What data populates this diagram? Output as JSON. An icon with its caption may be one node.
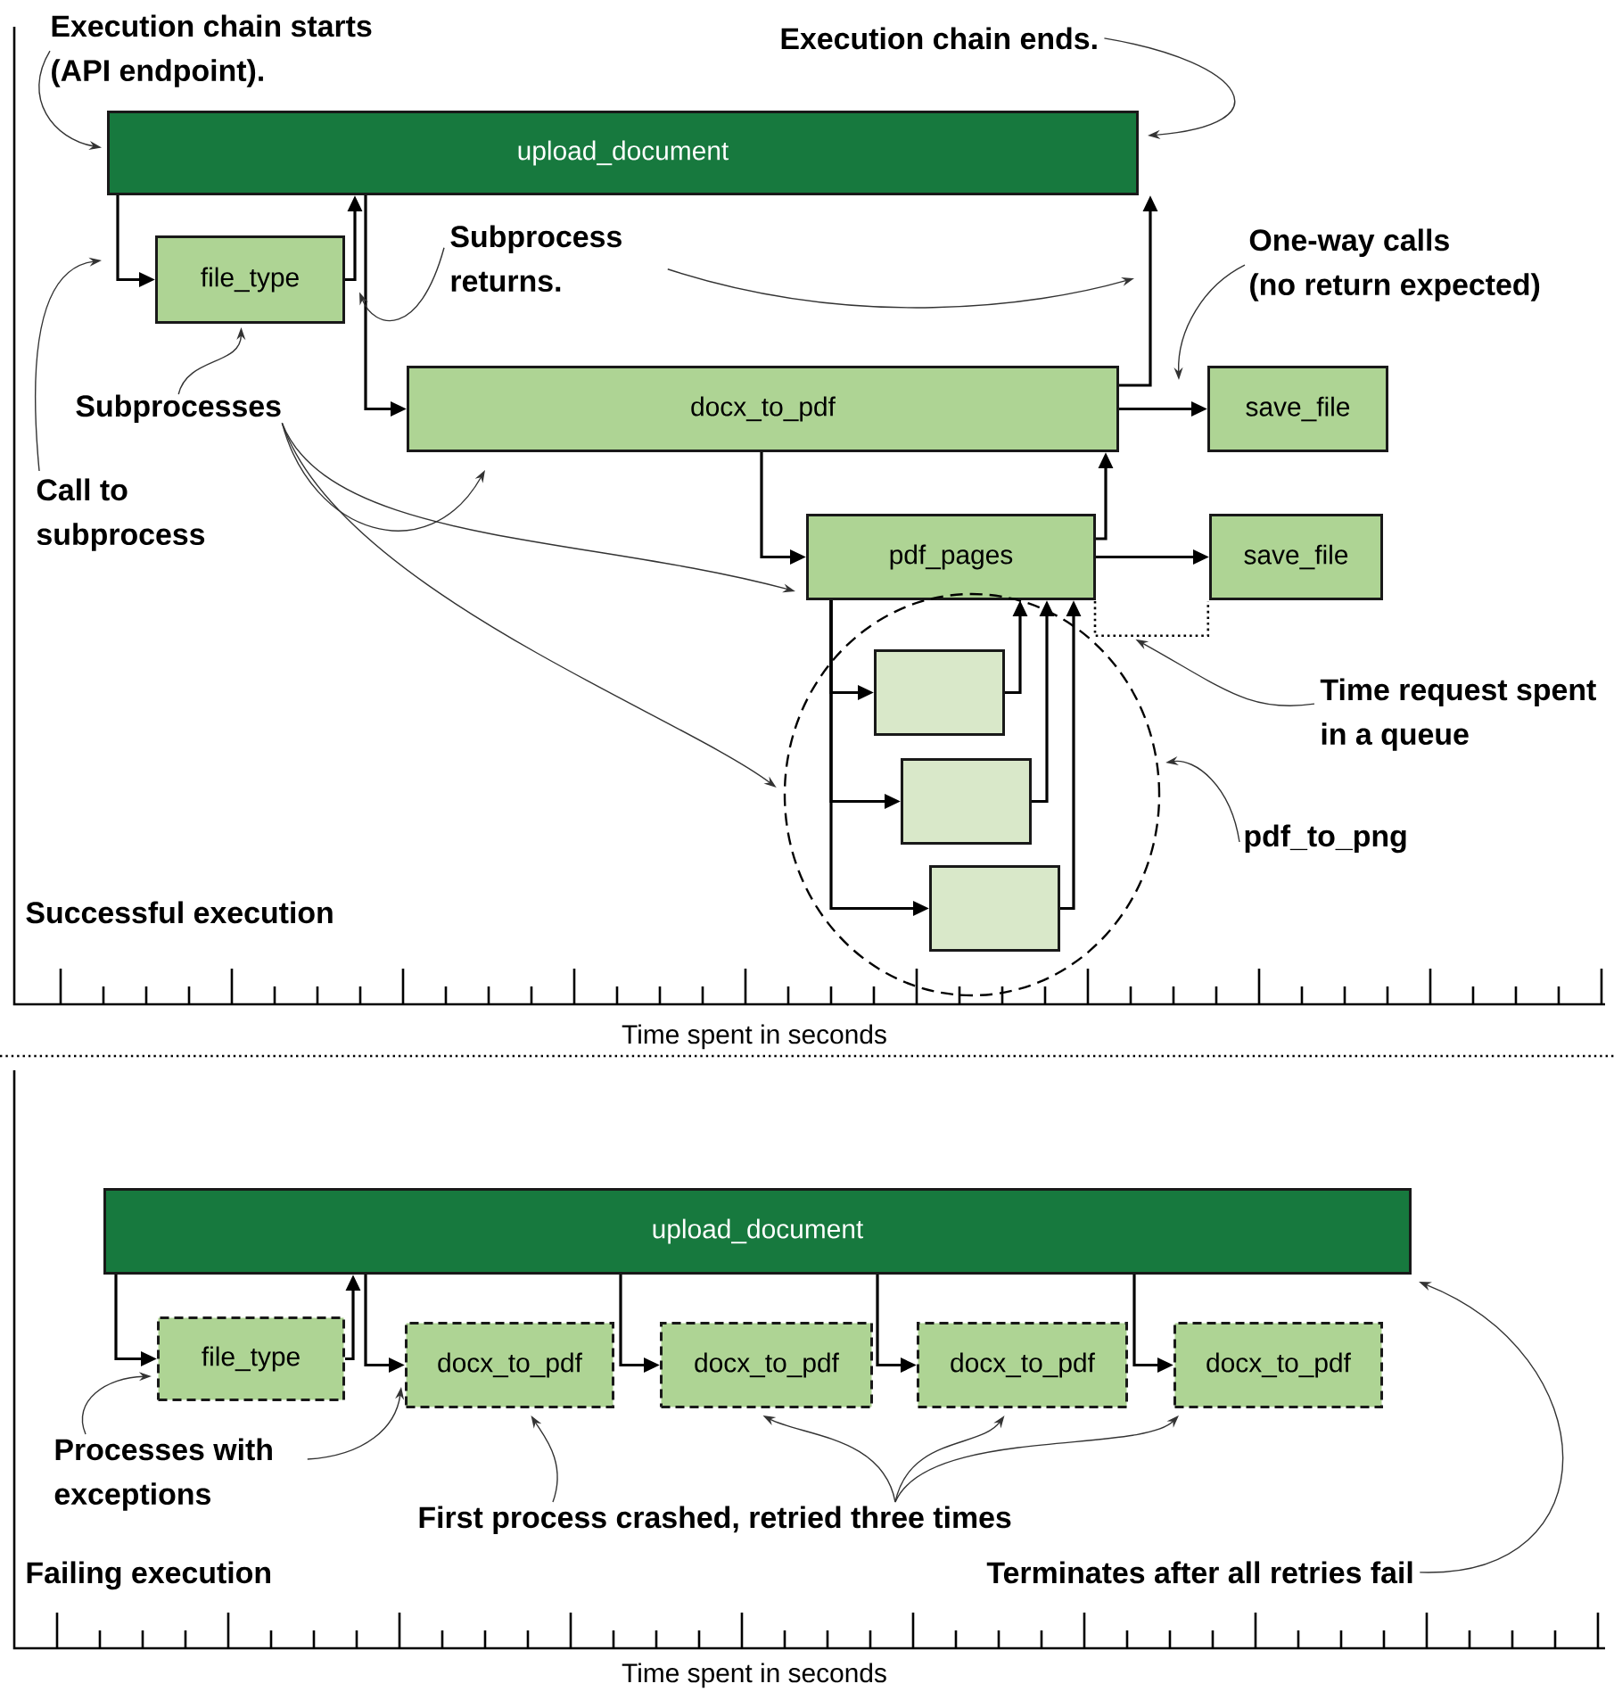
{
  "diagram": {
    "nodes": [
      {
        "text": [
          "upload_document"
        ]
      },
      {
        "text": [
          "file_type"
        ]
      },
      {
        "text": [
          "docx_to_pdf"
        ]
      },
      {
        "text": [
          "save_file"
        ]
      },
      {
        "text": [
          "pdf_pages"
        ]
      },
      {
        "text": [
          "save_file"
        ]
      },
      {
        "text": [],
        "shape": "circle"
      },
      {
        "text": [],
        "shape": "box",
        "in": 6
      },
      {
        "text": [],
        "shape": "box",
        "in": 6
      },
      {
        "text": [],
        "shape": "box",
        "in": 6
      },
      {
        "text": [
          "upload_document"
        ]
      },
      {
        "text": [
          "file_type"
        ]
      },
      {
        "text": [
          "docx_to_pdf"
        ]
      },
      {
        "text": [
          "docx_to_pdf"
        ]
      },
      {
        "text": [
          "docx_to_pdf"
        ]
      },
      {
        "text": [
          "docx_to_pdf"
        ]
      },
      {
        "text": [
          "Execution chain starts (API endpoint)."
        ]
      },
      {
        "text": [
          "Execution chain ends."
        ]
      },
      {
        "text": [
          "Subprocess returns."
        ]
      },
      {
        "text": [
          "One-way calls (no return expected)"
        ]
      },
      {
        "text": [
          "Subprocesses"
        ]
      },
      {
        "text": [
          "Call to subprocess"
        ]
      },
      {
        "text": [
          "Time request spent in a queue"
        ]
      },
      {
        "text": [
          "pdf_to_png"
        ]
      },
      {
        "text": [
          "Processes with exceptions"
        ]
      },
      {
        "text": [
          "First process crashed, retried three times"
        ]
      },
      {
        "text": [
          "Terminates after all retries fail"
        ]
      },
      {
        "text": [],
        "shape": "bracket"
      }
    ],
    "edges": [
      {
        "from": 0,
        "to": 1,
        "arrow": "to"
      },
      {
        "from": 1,
        "to": 0,
        "arrow": "to"
      },
      {
        "from": 0,
        "to": 2,
        "arrow": "to"
      },
      {
        "from": 2,
        "to": 0,
        "arrow": "to"
      },
      {
        "from": 2,
        "to": 3,
        "arrow": "to"
      },
      {
        "from": 2,
        "to": 4,
        "arrow": "to"
      },
      {
        "from": 4,
        "to": 2,
        "arrow": "to"
      },
      {
        "from": 4,
        "to": 5,
        "arrow": "to"
      },
      {
        "from": 4,
        "to": 7,
        "arrow": "to"
      },
      {
        "from": 4,
        "to": 8,
        "arrow": "to"
      },
      {
        "from": 4,
        "to": 9,
        "arrow": "to"
      },
      {
        "from": 7,
        "to": 4,
        "arrow": "to"
      },
      {
        "from": 8,
        "to": 4,
        "arrow": "to"
      },
      {
        "from": 9,
        "to": 4,
        "arrow": "to"
      },
      {
        "from": 10,
        "to": 11,
        "arrow": "to"
      },
      {
        "from": 11,
        "to": 10,
        "arrow": "to"
      },
      {
        "from": 10,
        "to": 12,
        "arrow": "to"
      },
      {
        "from": 10,
        "to": 13,
        "arrow": "to"
      },
      {
        "from": 10,
        "to": 14,
        "arrow": "to"
      },
      {
        "from": 10,
        "to": 15,
        "arrow": "to"
      },
      {
        "from": 16,
        "to": 0,
        "arrow": "to"
      },
      {
        "from": 17,
        "to": 0,
        "arrow": "to"
      },
      {
        "from": 18,
        "to": 1,
        "arrow": "to"
      },
      {
        "from": 18,
        "to": null,
        "arrow": "to"
      },
      {
        "from": 19,
        "to": null,
        "arrow": "to"
      },
      {
        "from": 20,
        "to": 1,
        "arrow": "to"
      },
      {
        "from": 20,
        "to": 2,
        "arrow": "to"
      },
      {
        "from": 20,
        "to": 4,
        "arrow": "to"
      },
      {
        "from": 20,
        "to": 6,
        "arrow": "to"
      },
      {
        "from": 21,
        "to": null,
        "arrow": "to"
      },
      {
        "from": 22,
        "to": 27,
        "arrow": "to"
      },
      {
        "from": 23,
        "to": 6,
        "arrow": "to"
      },
      {
        "from": 24,
        "to": 11,
        "arrow": "to"
      },
      {
        "from": 24,
        "to": 12,
        "arrow": "to"
      },
      {
        "from": 25,
        "to": 12,
        "arrow": "to"
      },
      {
        "from": 25,
        "to": 13,
        "arrow": "to"
      },
      {
        "from": 25,
        "to": 14,
        "arrow": "to"
      },
      {
        "from": 25,
        "to": 15,
        "arrow": "to"
      },
      {
        "from": 26,
        "to": 10,
        "arrow": "to"
      }
    ],
    "labels": [
      "Successful execution",
      "Time spent in seconds",
      "Failing execution",
      "Time spent in seconds"
    ]
  }
}
